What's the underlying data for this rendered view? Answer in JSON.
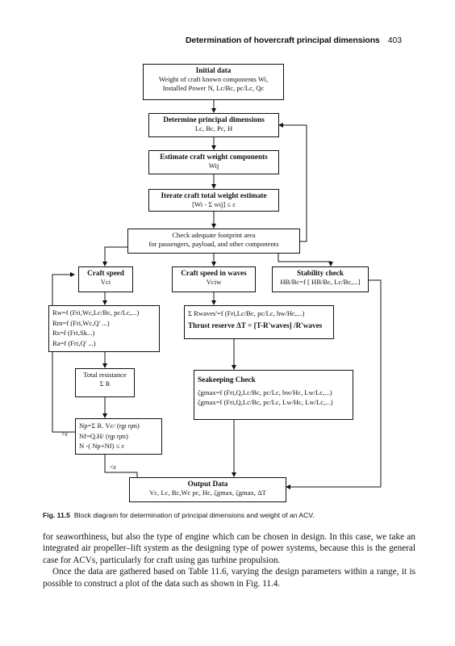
{
  "header": {
    "title": "Determination of hovercraft principal dimensions",
    "page": "403"
  },
  "boxes": {
    "initial": {
      "title": "Initial data",
      "lines": [
        "Weight of craft known components Wi,",
        "Installed Power N, Lc/Bc, pc/Lc, Qc"
      ]
    },
    "determine": {
      "title": "Determine principal dimensions",
      "line": "Lc, Bc, Pc, H"
    },
    "estimate": {
      "title": "Estimate craft weight components",
      "line": "Wij"
    },
    "iterate": {
      "title": "Iterate craft total weight estimate",
      "line": "[Wi - Σ wij] ≤ ε"
    },
    "check": {
      "lines": [
        "Check adequate footprint area",
        "for passengers, payload, and other components"
      ]
    },
    "speed": {
      "title": "Craft speed",
      "line": "Vci"
    },
    "waves": {
      "title": "Craft speed in waves",
      "line": "Vciw"
    },
    "stability": {
      "title": "Stability check",
      "line": "HB/Bc=f [ HB/Bc, Lc/Bc,...]"
    },
    "resist": {
      "lines": [
        "Rw=f (Fri,Wc,Lc/Bc, pc/Lc,...)",
        "Rm=f (Fri,Wc,Q' ...)",
        "Rs=f (Fri,Sk...)",
        "Ra=f (Fri,Q' ...)"
      ]
    },
    "wave_res": {
      "line1": "Σ Rwaves'=f (Fri,Lc/Bc, pc/Lc, hw/Hc,...)",
      "line2": "Thrust reserve ΔT = [T-R'waves] /R'waves"
    },
    "total": {
      "lines": [
        "Total resistance",
        "Σ R"
      ]
    },
    "seakeep": {
      "title": "Seakeeping Check",
      "lines": [
        "ζgmax=f (Fri,Q,Lc/Bc, pc/Lc, hw/Hc, Lw/Lc,...)",
        "ζgmax=f (Fri,Q,Lc/Bc, pc/Lc, Lw/Hc, Lw/Lc,...)"
      ]
    },
    "power": {
      "lines": [
        "Np=Σ R. Vc/ (ηp ηm)",
        "Nf=Q.H/ (ηp ηm)",
        "N -( Np+Nf) ≤ ε"
      ]
    },
    "output": {
      "title": "Output Data",
      "line": "Vc, Lc, Bc,Wc pc, Hc, ζgmax, ζgmax, ΔT"
    }
  },
  "labels": {
    "gt": ">ε",
    "lt": "<ε"
  },
  "caption": {
    "label": "Fig. 11.5",
    "text": "Block diagram for determination of principal dimensions and weight of an ACV."
  },
  "body": {
    "p1": "for seaworthiness, but also the type of engine which can be chosen in design. In this case, we take an integrated air propeller–lift system as the designing type of power systems, because this is the general case for ACVs, particularly for craft using gas turbine propulsion.",
    "p2": "Once the data are gathered based on Table 11.6, varying the design parameters within a range, it is possible to construct a plot of the data such as shown in Fig. 11.4."
  }
}
